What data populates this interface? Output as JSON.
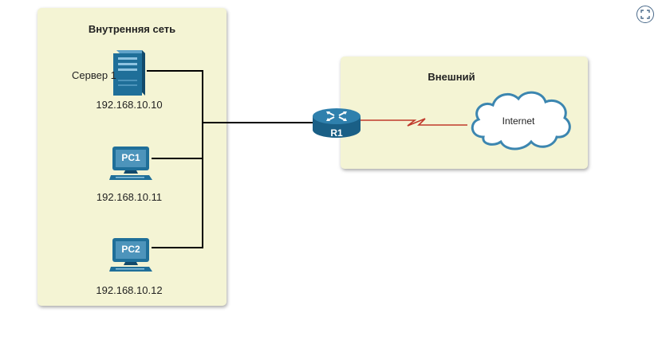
{
  "internal_zone": {
    "title": "Внутренняя сеть",
    "server": {
      "label": "Сервер 1",
      "ip": "192.168.10.10"
    },
    "pc1": {
      "label": "PC1",
      "ip": "192.168.10.11"
    },
    "pc2": {
      "label": "PC2",
      "ip": "192.168.10.12"
    }
  },
  "external_zone": {
    "title": "Внешний",
    "cloud_label": "Internet"
  },
  "router": {
    "label": "R1"
  },
  "colors": {
    "zone_fill": "#f4f4d4",
    "device_blue": "#1f6f99",
    "ethernet_link": "#000000",
    "serial_link": "#c0392b",
    "cloud_stroke": "#3c86b0"
  },
  "icons": {
    "fullscreen": "expand-icon"
  }
}
